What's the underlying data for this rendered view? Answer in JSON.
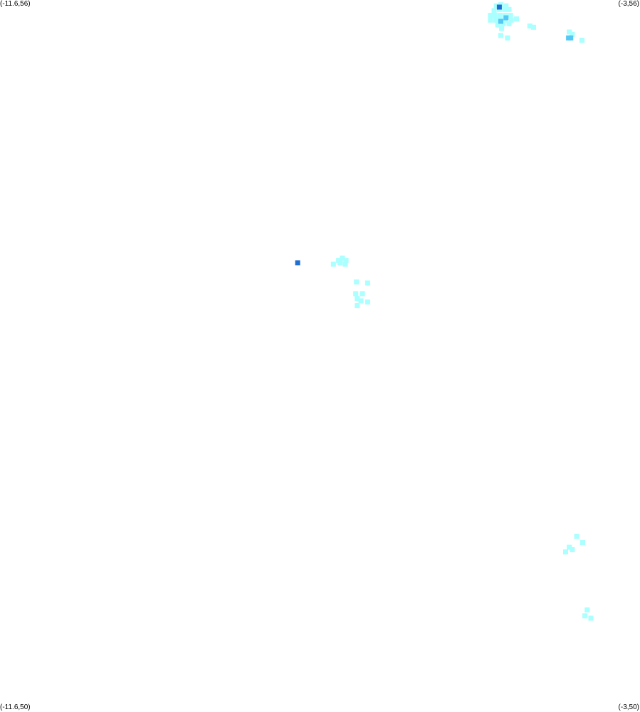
{
  "map": {
    "corner_labels": {
      "top_left": "(-11.6,56)",
      "top_right": "(-3,56)",
      "bottom_left": "(-11.6,50)",
      "bottom_right": "(-3,50)"
    },
    "lon_range": [
      -11.6,
      -3
    ],
    "lat_range": [
      50,
      56
    ],
    "colors": {
      "background": "#ffffff",
      "low": "#aaffff",
      "medium": "#55c8f5",
      "high": "#1e6fd0"
    },
    "density_cells": [
      {
        "lon": -4.93,
        "lat": 55.95,
        "level": "low"
      },
      {
        "lon": -4.87,
        "lat": 55.96,
        "level": "low"
      },
      {
        "lon": -4.8,
        "lat": 55.95,
        "level": "low"
      },
      {
        "lon": -4.96,
        "lat": 55.91,
        "level": "low"
      },
      {
        "lon": -4.89,
        "lat": 55.92,
        "level": "low"
      },
      {
        "lon": -4.82,
        "lat": 55.92,
        "level": "low"
      },
      {
        "lon": -4.76,
        "lat": 55.92,
        "level": "low"
      },
      {
        "lon": -5.01,
        "lat": 55.87,
        "level": "low"
      },
      {
        "lon": -4.95,
        "lat": 55.87,
        "level": "low"
      },
      {
        "lon": -4.88,
        "lat": 55.87,
        "level": "low"
      },
      {
        "lon": -4.81,
        "lat": 55.87,
        "level": "low"
      },
      {
        "lon": -4.74,
        "lat": 55.87,
        "level": "low"
      },
      {
        "lon": -5.01,
        "lat": 55.83,
        "level": "low"
      },
      {
        "lon": -4.94,
        "lat": 55.83,
        "level": "low"
      },
      {
        "lon": -4.88,
        "lat": 55.83,
        "level": "low"
      },
      {
        "lon": -4.81,
        "lat": 55.83,
        "level": "low"
      },
      {
        "lon": -4.73,
        "lat": 55.83,
        "level": "low"
      },
      {
        "lon": -4.66,
        "lat": 55.84,
        "level": "low"
      },
      {
        "lon": -4.91,
        "lat": 55.79,
        "level": "low"
      },
      {
        "lon": -4.84,
        "lat": 55.8,
        "level": "low"
      },
      {
        "lon": -4.76,
        "lat": 55.8,
        "level": "low"
      },
      {
        "lon": -4.86,
        "lat": 55.76,
        "level": "low"
      },
      {
        "lon": -4.48,
        "lat": 55.78,
        "level": "low"
      },
      {
        "lon": -4.43,
        "lat": 55.77,
        "level": "low"
      },
      {
        "lon": -4.87,
        "lat": 55.7,
        "level": "low"
      },
      {
        "lon": -4.78,
        "lat": 55.68,
        "level": "low"
      },
      {
        "lon": -3.95,
        "lat": 55.73,
        "level": "low"
      },
      {
        "lon": -3.91,
        "lat": 55.71,
        "level": "low"
      },
      {
        "lon": -3.78,
        "lat": 55.66,
        "level": "low"
      },
      {
        "lon": -4.89,
        "lat": 55.94,
        "level": "high"
      },
      {
        "lon": -4.8,
        "lat": 55.85,
        "level": "medium"
      },
      {
        "lon": -4.87,
        "lat": 55.82,
        "level": "medium"
      },
      {
        "lon": -3.96,
        "lat": 55.68,
        "level": "medium"
      },
      {
        "lon": -3.93,
        "lat": 55.68,
        "level": "medium"
      },
      {
        "lon": -7.0,
        "lat": 53.82,
        "level": "low"
      },
      {
        "lon": -6.95,
        "lat": 53.8,
        "level": "low"
      },
      {
        "lon": -7.05,
        "lat": 53.8,
        "level": "low"
      },
      {
        "lon": -7.03,
        "lat": 53.78,
        "level": "low"
      },
      {
        "lon": -6.96,
        "lat": 53.77,
        "level": "low"
      },
      {
        "lon": -7.12,
        "lat": 53.77,
        "level": "low"
      },
      {
        "lon": -6.81,
        "lat": 53.62,
        "level": "low"
      },
      {
        "lon": -6.66,
        "lat": 53.61,
        "level": "low"
      },
      {
        "lon": -6.82,
        "lat": 53.52,
        "level": "low"
      },
      {
        "lon": -6.73,
        "lat": 53.52,
        "level": "low"
      },
      {
        "lon": -6.8,
        "lat": 53.48,
        "level": "low"
      },
      {
        "lon": -6.75,
        "lat": 53.46,
        "level": "low"
      },
      {
        "lon": -6.66,
        "lat": 53.45,
        "level": "low"
      },
      {
        "lon": -6.8,
        "lat": 53.42,
        "level": "low"
      },
      {
        "lon": -7.6,
        "lat": 53.78,
        "level": "high"
      },
      {
        "lon": -3.85,
        "lat": 51.47,
        "level": "low"
      },
      {
        "lon": -3.77,
        "lat": 51.42,
        "level": "low"
      },
      {
        "lon": -3.95,
        "lat": 51.38,
        "level": "low"
      },
      {
        "lon": -3.91,
        "lat": 51.36,
        "level": "low"
      },
      {
        "lon": -4.0,
        "lat": 51.34,
        "level": "low"
      },
      {
        "lon": -3.71,
        "lat": 50.85,
        "level": "low"
      },
      {
        "lon": -3.74,
        "lat": 50.8,
        "level": "low"
      },
      {
        "lon": -3.66,
        "lat": 50.78,
        "level": "low"
      }
    ]
  }
}
